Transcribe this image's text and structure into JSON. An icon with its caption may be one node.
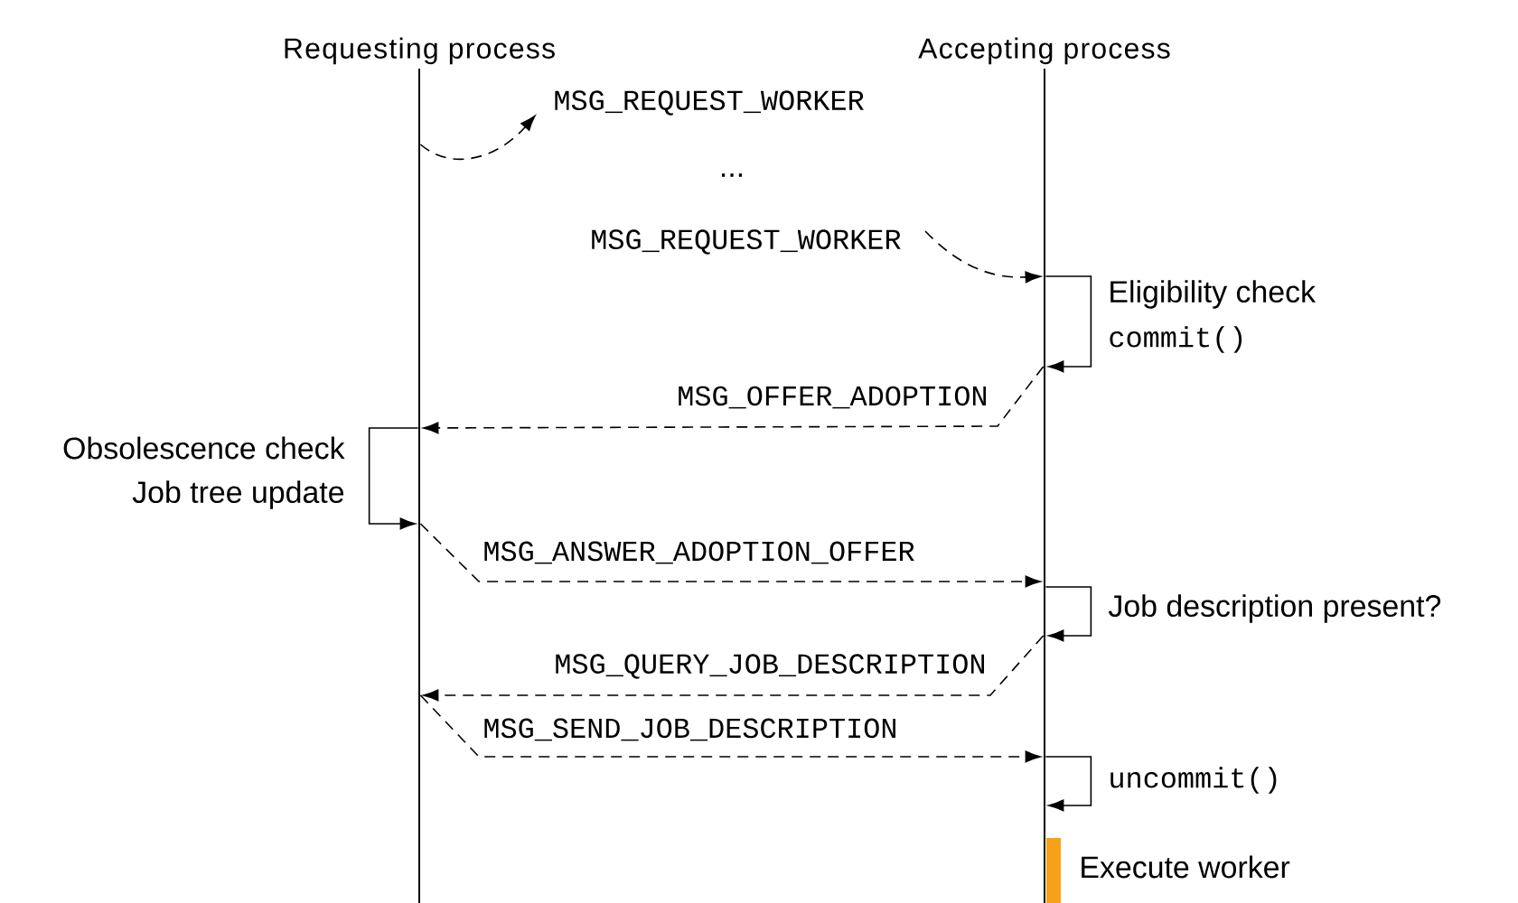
{
  "diagram": {
    "nodes": [
      {
        "text": [
          "Requesting process"
        ]
      },
      {
        "text": [
          "Accepting process"
        ]
      },
      {
        "text": [],
        "shape": "bar"
      }
    ],
    "edges": [
      {
        "from": 0,
        "to": null,
        "arrow": "to",
        "style": "dashed",
        "label": "MSG_REQUEST_WORKER"
      },
      {
        "from": null,
        "to": 1,
        "arrow": "to",
        "style": "dashed",
        "label": "MSG_REQUEST_WORKER"
      },
      {
        "from": 1,
        "to": 1,
        "arrow": "to"
      },
      {
        "from": 1,
        "to": 0,
        "arrow": "to",
        "style": "dashed",
        "label": "MSG_OFFER_ADOPTION"
      },
      {
        "from": 0,
        "to": 0,
        "arrow": "to"
      },
      {
        "from": 0,
        "to": 1,
        "arrow": "to",
        "style": "dashed",
        "label": "MSG_ANSWER_ADOPTION_OFFER"
      },
      {
        "from": 1,
        "to": 1,
        "arrow": "to"
      },
      {
        "from": 1,
        "to": 0,
        "arrow": "to",
        "style": "dashed",
        "label": "MSG_QUERY_JOB_DESCRIPTION"
      },
      {
        "from": 0,
        "to": 1,
        "arrow": "to",
        "style": "dashed",
        "label": "MSG_SEND_JOB_DESCRIPTION"
      },
      {
        "from": 1,
        "to": 1,
        "arrow": "to"
      }
    ],
    "labels": [
      "...",
      "Eligibility check",
      "commit()",
      "Obsolescence check",
      "Job tree update",
      "Job description present?",
      "uncommit()",
      "Execute worker"
    ]
  }
}
